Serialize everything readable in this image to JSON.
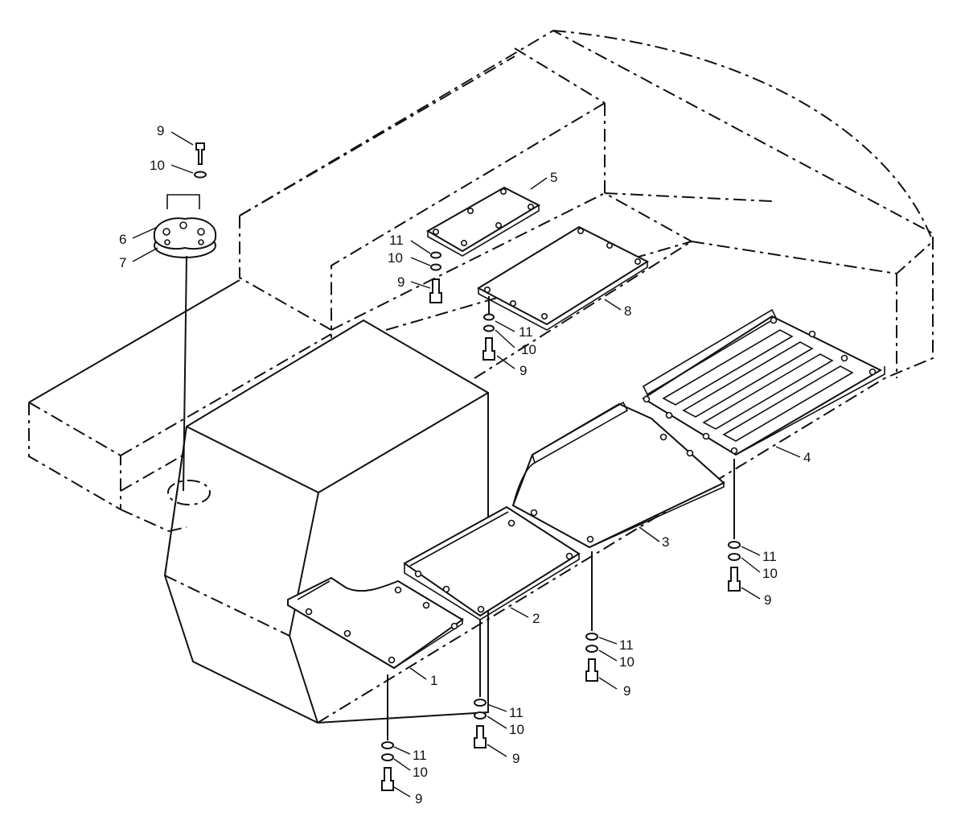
{
  "callouts": {
    "p1": "1",
    "p2": "2",
    "p3": "3",
    "p4": "4",
    "p5": "5",
    "p6": "6",
    "p7": "7",
    "p8": "8",
    "bolt": "9",
    "washer": "10",
    "lockwasher": "11"
  },
  "colors": {
    "ink": "#111111",
    "paper": "#ffffff"
  }
}
